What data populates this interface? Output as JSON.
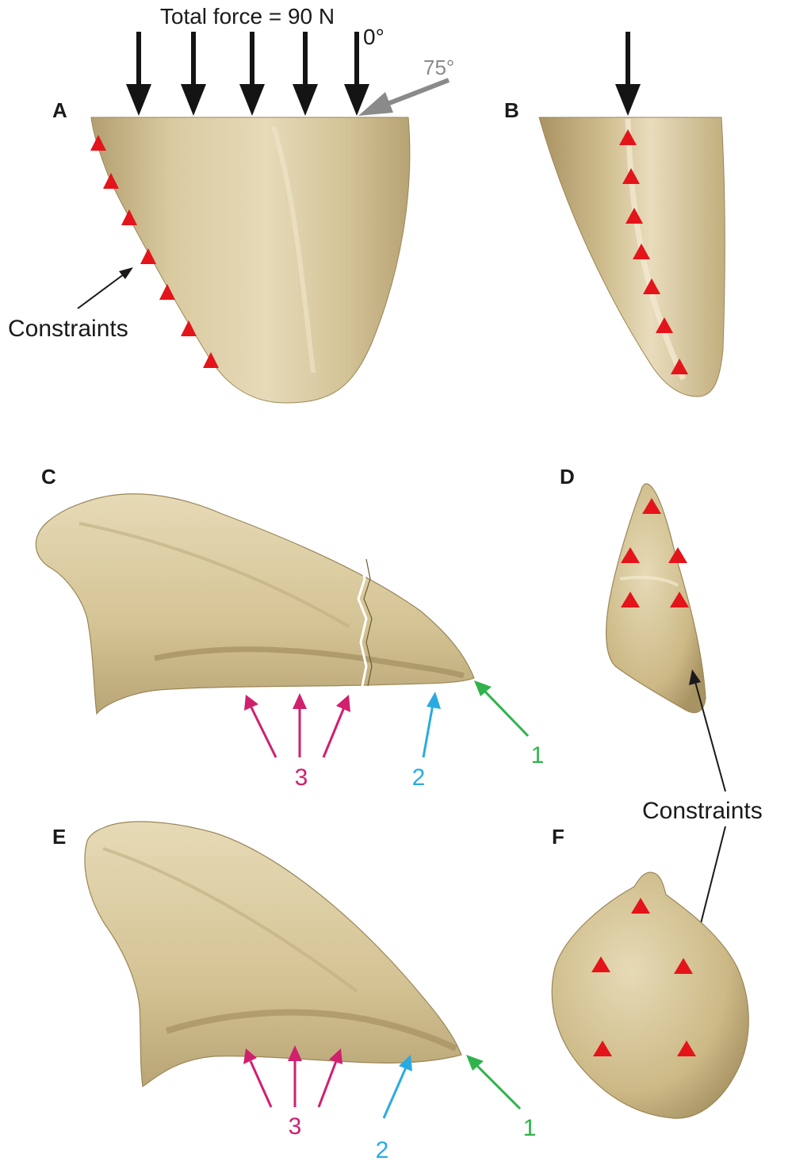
{
  "colors": {
    "bone_light": "#e3d6b0",
    "bone_mid": "#cbb88c",
    "bone_dark": "#a08b5e",
    "constraint_red": "#e4141b",
    "force_black": "#141414",
    "force_gray": "#8a8a8a",
    "site1_green": "#2fb34a",
    "site2_blue": "#29abe2",
    "site3_magenta": "#d0206e",
    "label_black": "#1a1a1a"
  },
  "top_label": "Total force = 90 N",
  "angle_labels": {
    "zero": "0°",
    "seventy_five": "75°"
  },
  "panel_letters": {
    "a": "A",
    "b": "B",
    "c": "C",
    "d": "D",
    "e": "E",
    "f": "F"
  },
  "constraints_label": "Constraints",
  "site_labels": {
    "one": "1",
    "two": "2",
    "three": "3"
  },
  "icons": {
    "constraint_marker": "red-triangle",
    "force_arrow": "black-down-arrow"
  }
}
